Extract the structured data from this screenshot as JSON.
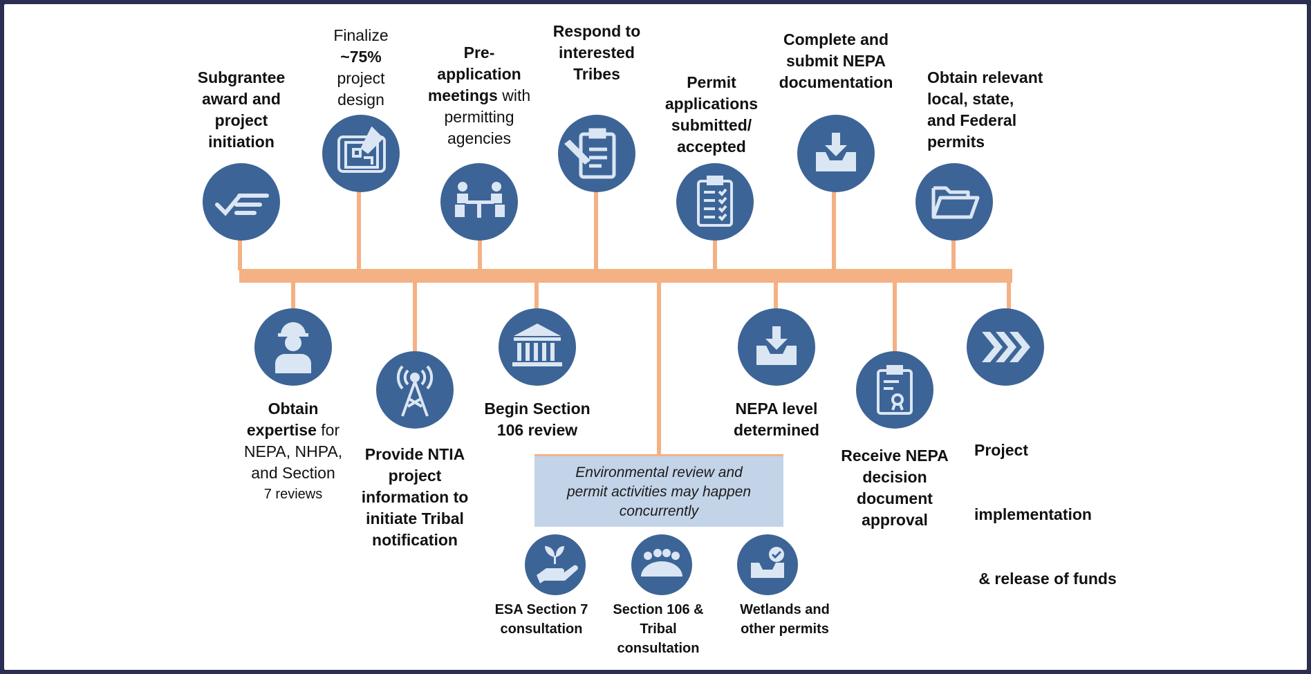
{
  "colors": {
    "circle": "#3d6496",
    "connector": "#f4b183",
    "icon": "#dbe6f4",
    "note_bg": "#c3d3e8"
  },
  "steps_top": [
    {
      "id": "subgrantee",
      "icon": "checklist-icon",
      "lines": [
        "Subgrantee",
        "award and",
        "project",
        "initiation"
      ]
    },
    {
      "id": "design",
      "icon": "blueprint-icon",
      "lines": [
        "Finalize",
        "~75%",
        "project",
        "design"
      ]
    },
    {
      "id": "preapp",
      "icon": "meeting-icon",
      "lines": [
        "Pre-",
        "application",
        "meetings with",
        "permitting",
        "agencies"
      ]
    },
    {
      "id": "tribes",
      "icon": "clipboard-pencil-icon",
      "lines": [
        "Respond to",
        "interested",
        "Tribes"
      ]
    },
    {
      "id": "permit-apps",
      "icon": "clipboard-checklist-icon",
      "lines": [
        "Permit",
        "applications",
        "submitted/",
        "accepted"
      ]
    },
    {
      "id": "nepa-docs",
      "icon": "inbox-download-icon",
      "lines": [
        "Complete and",
        "submit NEPA",
        "documentation"
      ]
    },
    {
      "id": "permits",
      "icon": "folder-icon",
      "lines": [
        "Obtain relevant",
        "local, state,",
        "and Federal",
        "permits"
      ]
    }
  ],
  "steps_bottom": [
    {
      "id": "expertise",
      "icon": "worker-icon",
      "lines": [
        "Obtain",
        "expertise for",
        "NEPA, NHPA,",
        "and Section",
        "7 reviews"
      ]
    },
    {
      "id": "ntia",
      "icon": "antenna-tower-icon",
      "lines": [
        "Provide NTIA",
        "project",
        "information to",
        "initiate Tribal",
        "notification"
      ]
    },
    {
      "id": "section106",
      "icon": "building-icon",
      "lines": [
        "Begin Section",
        "106 review"
      ]
    },
    {
      "id": "nepa-level",
      "icon": "inbox-download-icon",
      "lines": [
        "NEPA level",
        "determined"
      ]
    },
    {
      "id": "nepa-decision",
      "icon": "certificate-icon",
      "lines": [
        "Receive NEPA",
        "decision",
        "document",
        "approval"
      ]
    },
    {
      "id": "implementation",
      "icon": "chevrons-icon",
      "lines": [
        "Project",
        "implementation",
        " & release of funds"
      ]
    }
  ],
  "note": {
    "lines": [
      "Environmental review and",
      "permit activities may happen",
      "concurrently"
    ]
  },
  "sub_steps": [
    {
      "id": "esa",
      "icon": "hand-plant-icon",
      "lines": [
        "ESA Section 7",
        "consultation"
      ]
    },
    {
      "id": "tribal",
      "icon": "group-icon",
      "lines": [
        "Section 106 &",
        "Tribal",
        "consultation"
      ]
    },
    {
      "id": "wetlands",
      "icon": "inbox-check-icon",
      "lines": [
        "Wetlands and",
        "other permits"
      ]
    }
  ]
}
